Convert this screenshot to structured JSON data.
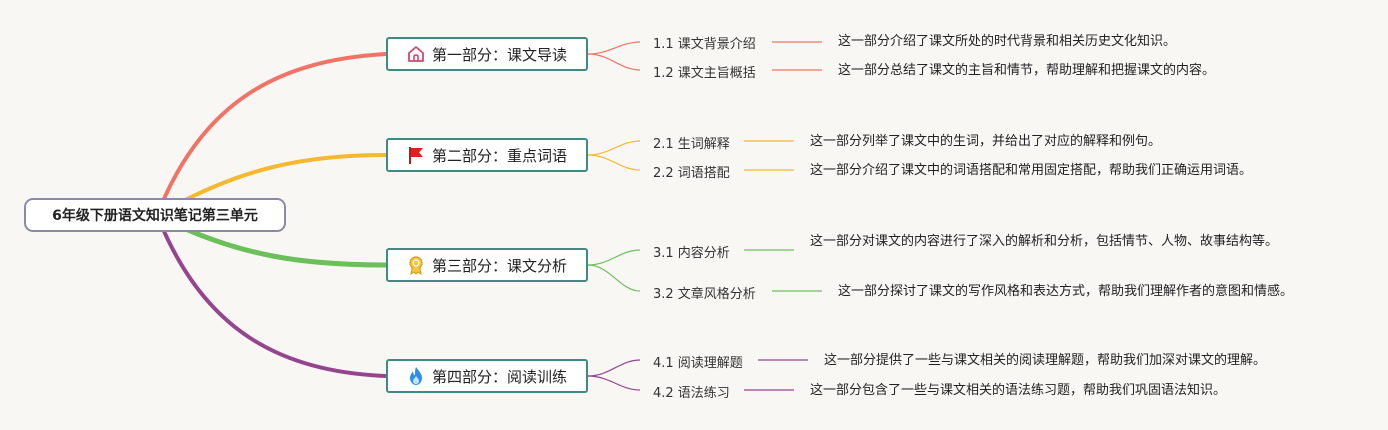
{
  "root": {
    "title": "6年级下册语文知识笔记第三单元"
  },
  "sections": [
    {
      "title": "第一部分：课文导读",
      "icon": "house-icon",
      "color": "#f07466",
      "items": [
        {
          "label": "1.1 课文背景介绍",
          "desc": "这一部分介绍了课文所处的时代背景和相关历史文化知识。"
        },
        {
          "label": "1.2 课文主旨概括",
          "desc": "这一部分总结了课文的主旨和情节，帮助理解和把握课文的内容。"
        }
      ]
    },
    {
      "title": "第二部分：重点词语",
      "icon": "flag-icon",
      "color": "#f5b82e",
      "items": [
        {
          "label": "2.1 生词解释",
          "desc": "这一部分列举了课文中的生词，并给出了对应的解释和例句。"
        },
        {
          "label": "2.2 词语搭配",
          "desc": "这一部分介绍了课文中的词语搭配和常用固定搭配，帮助我们正确运用词语。"
        }
      ]
    },
    {
      "title": "第三部分：课文分析",
      "icon": "medal-icon",
      "color": "#6cc05a",
      "items": [
        {
          "label": "3.1 内容分析",
          "desc": "这一部分对课文的内容进行了深入的解析和分析，包括情节、人物、故事结构等。"
        },
        {
          "label": "3.2 文章风格分析",
          "desc": "这一部分探讨了课文的写作风格和表达方式，帮助我们理解作者的意图和情感。"
        }
      ]
    },
    {
      "title": "第四部分：阅读训练",
      "icon": "fire-icon",
      "color": "#94458e",
      "items": [
        {
          "label": "4.1 阅读理解题",
          "desc": "这一部分提供了一些与课文相关的阅读理解题，帮助我们加深对课文的理解。"
        },
        {
          "label": "4.2 语法练习",
          "desc": "这一部分包含了一些与课文相关的语法练习题，帮助我们巩固语法知识。"
        }
      ]
    }
  ]
}
